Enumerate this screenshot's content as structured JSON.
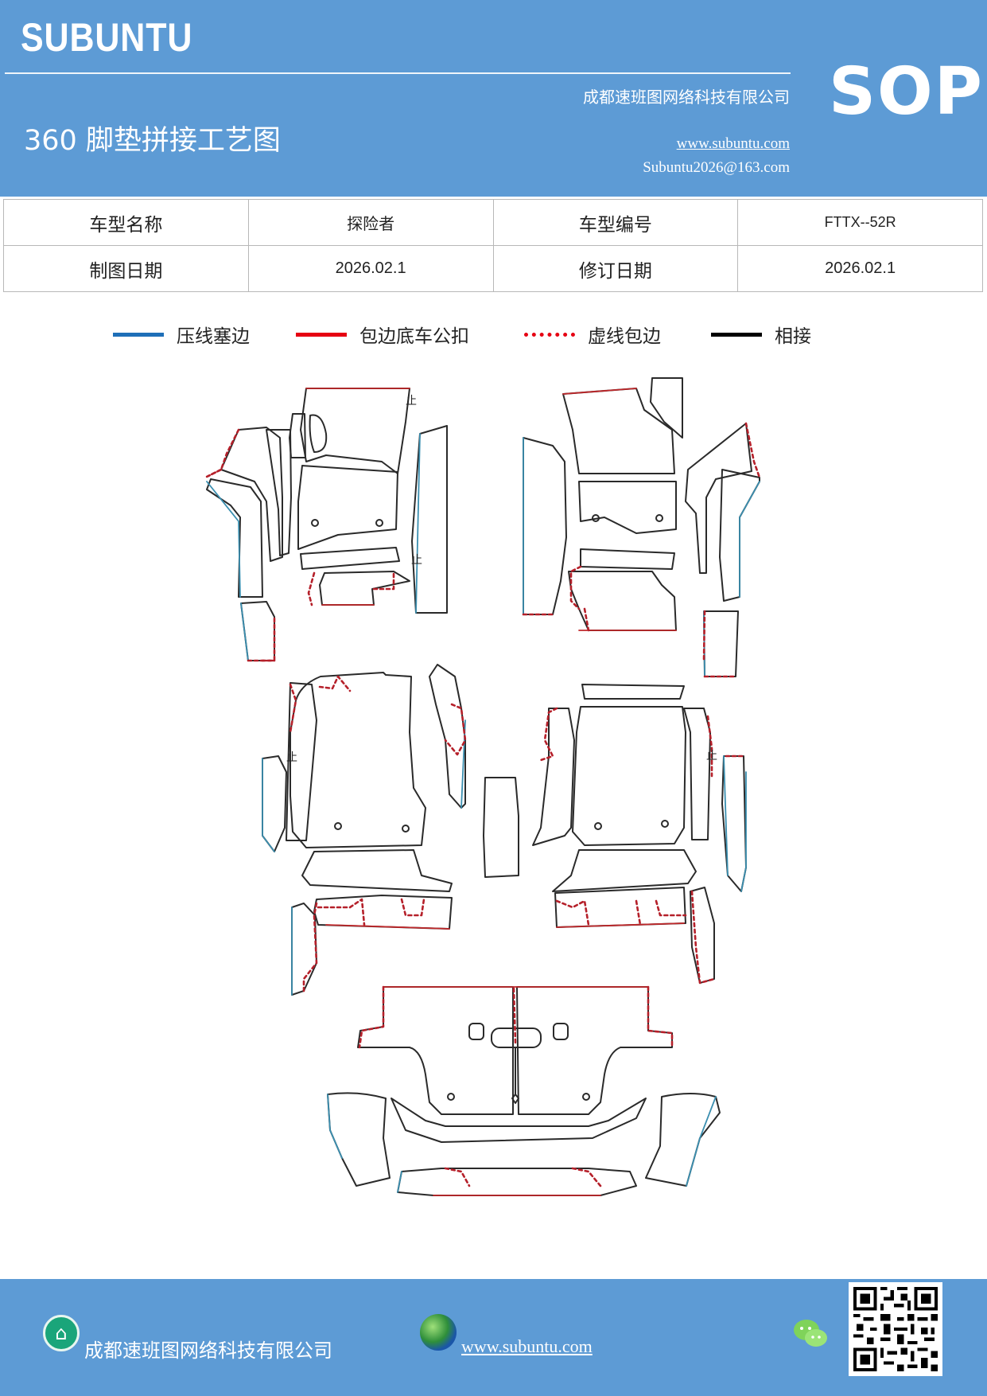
{
  "header": {
    "brand": "SUBUNTU",
    "title": "360 脚垫拼接工艺图",
    "company": "成都速班图网络科技有限公司",
    "website": "www.subuntu.com",
    "email": "Subuntu2026@163.com",
    "badge": "SOP",
    "bg_color": "#5d9bd5"
  },
  "info": {
    "model_name_label": "车型名称",
    "model_name": "探险者",
    "model_code_label": "车型编号",
    "model_code": "FTTX--52R",
    "draw_date_label": "制图日期",
    "draw_date": "2026.02.1",
    "revise_date_label": "修订日期",
    "revise_date": "2026.02.1"
  },
  "legend": [
    {
      "label": "压线塞边",
      "color": "#1f6fb8",
      "style": "solid"
    },
    {
      "label": "包边底车公扣",
      "color": "#e60012",
      "style": "solid"
    },
    {
      "label": "虚线包边",
      "color": "#e60012",
      "style": "dotted"
    },
    {
      "label": "相接",
      "color": "#000000",
      "style": "solid"
    }
  ],
  "drawing": {
    "stop_mark": "止"
  },
  "footer": {
    "company": "成都速班图网络科技有限公司",
    "website": "www.subuntu.com",
    "company_icon": "building-icon",
    "web_icon": "globe-icon",
    "wechat_icon": "wechat-icon"
  }
}
